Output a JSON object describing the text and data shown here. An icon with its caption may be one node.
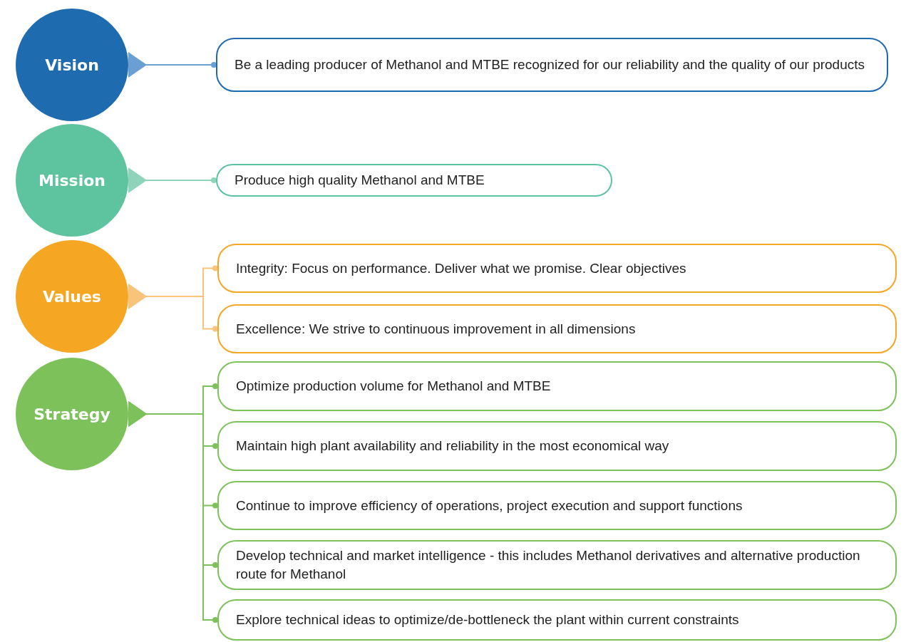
{
  "diagram": {
    "nodes": [
      {
        "text": [
          "Vision"
        ]
      },
      {
        "text": [
          "Be a leading producer of Methanol and MTBE recognized for our reliability and the quality of our products"
        ]
      },
      {
        "text": [
          "Mission"
        ]
      },
      {
        "text": [
          "Produce high quality Methanol and MTBE"
        ]
      },
      {
        "text": [
          "Values"
        ]
      },
      {
        "text": [
          "Integrity: Focus on performance. Deliver what we promise. Clear objectives"
        ]
      },
      {
        "text": [
          "Excellence: We strive to continuous improvement in all dimensions"
        ]
      },
      {
        "text": [
          "Strategy"
        ]
      },
      {
        "text": [
          "Optimize production volume for Methanol and MTBE"
        ]
      },
      {
        "text": [
          "Maintain high plant availability and reliability in the most economical way"
        ]
      },
      {
        "text": [
          "Continue to improve efficiency of operations, project execution and support functions"
        ]
      },
      {
        "text": [
          "Develop technical and market intelligence - this includes Methanol derivatives and alternative production route for Methanol"
        ]
      },
      {
        "text": [
          "Explore technical ideas to optimize/de-bottleneck the plant within current constraints"
        ]
      }
    ],
    "edges": [
      {
        "from": 0,
        "to": 1,
        "arrow": "other",
        "color": "#6a9fd4"
      },
      {
        "from": 2,
        "to": 3,
        "arrow": "other",
        "color": "#8fd3bb"
      },
      {
        "from": 4,
        "to": 5,
        "arrow": "other",
        "color": "#f8c47c"
      },
      {
        "from": 4,
        "to": 6,
        "arrow": "other",
        "color": "#f8c47c"
      },
      {
        "from": 7,
        "to": 8,
        "arrow": "other"
      },
      {
        "from": 7,
        "to": 9,
        "arrow": "other"
      },
      {
        "from": 7,
        "to": 10,
        "arrow": "other"
      },
      {
        "from": 7,
        "to": 11,
        "arrow": "other"
      },
      {
        "from": 7,
        "to": 12,
        "arrow": "other"
      }
    ]
  }
}
